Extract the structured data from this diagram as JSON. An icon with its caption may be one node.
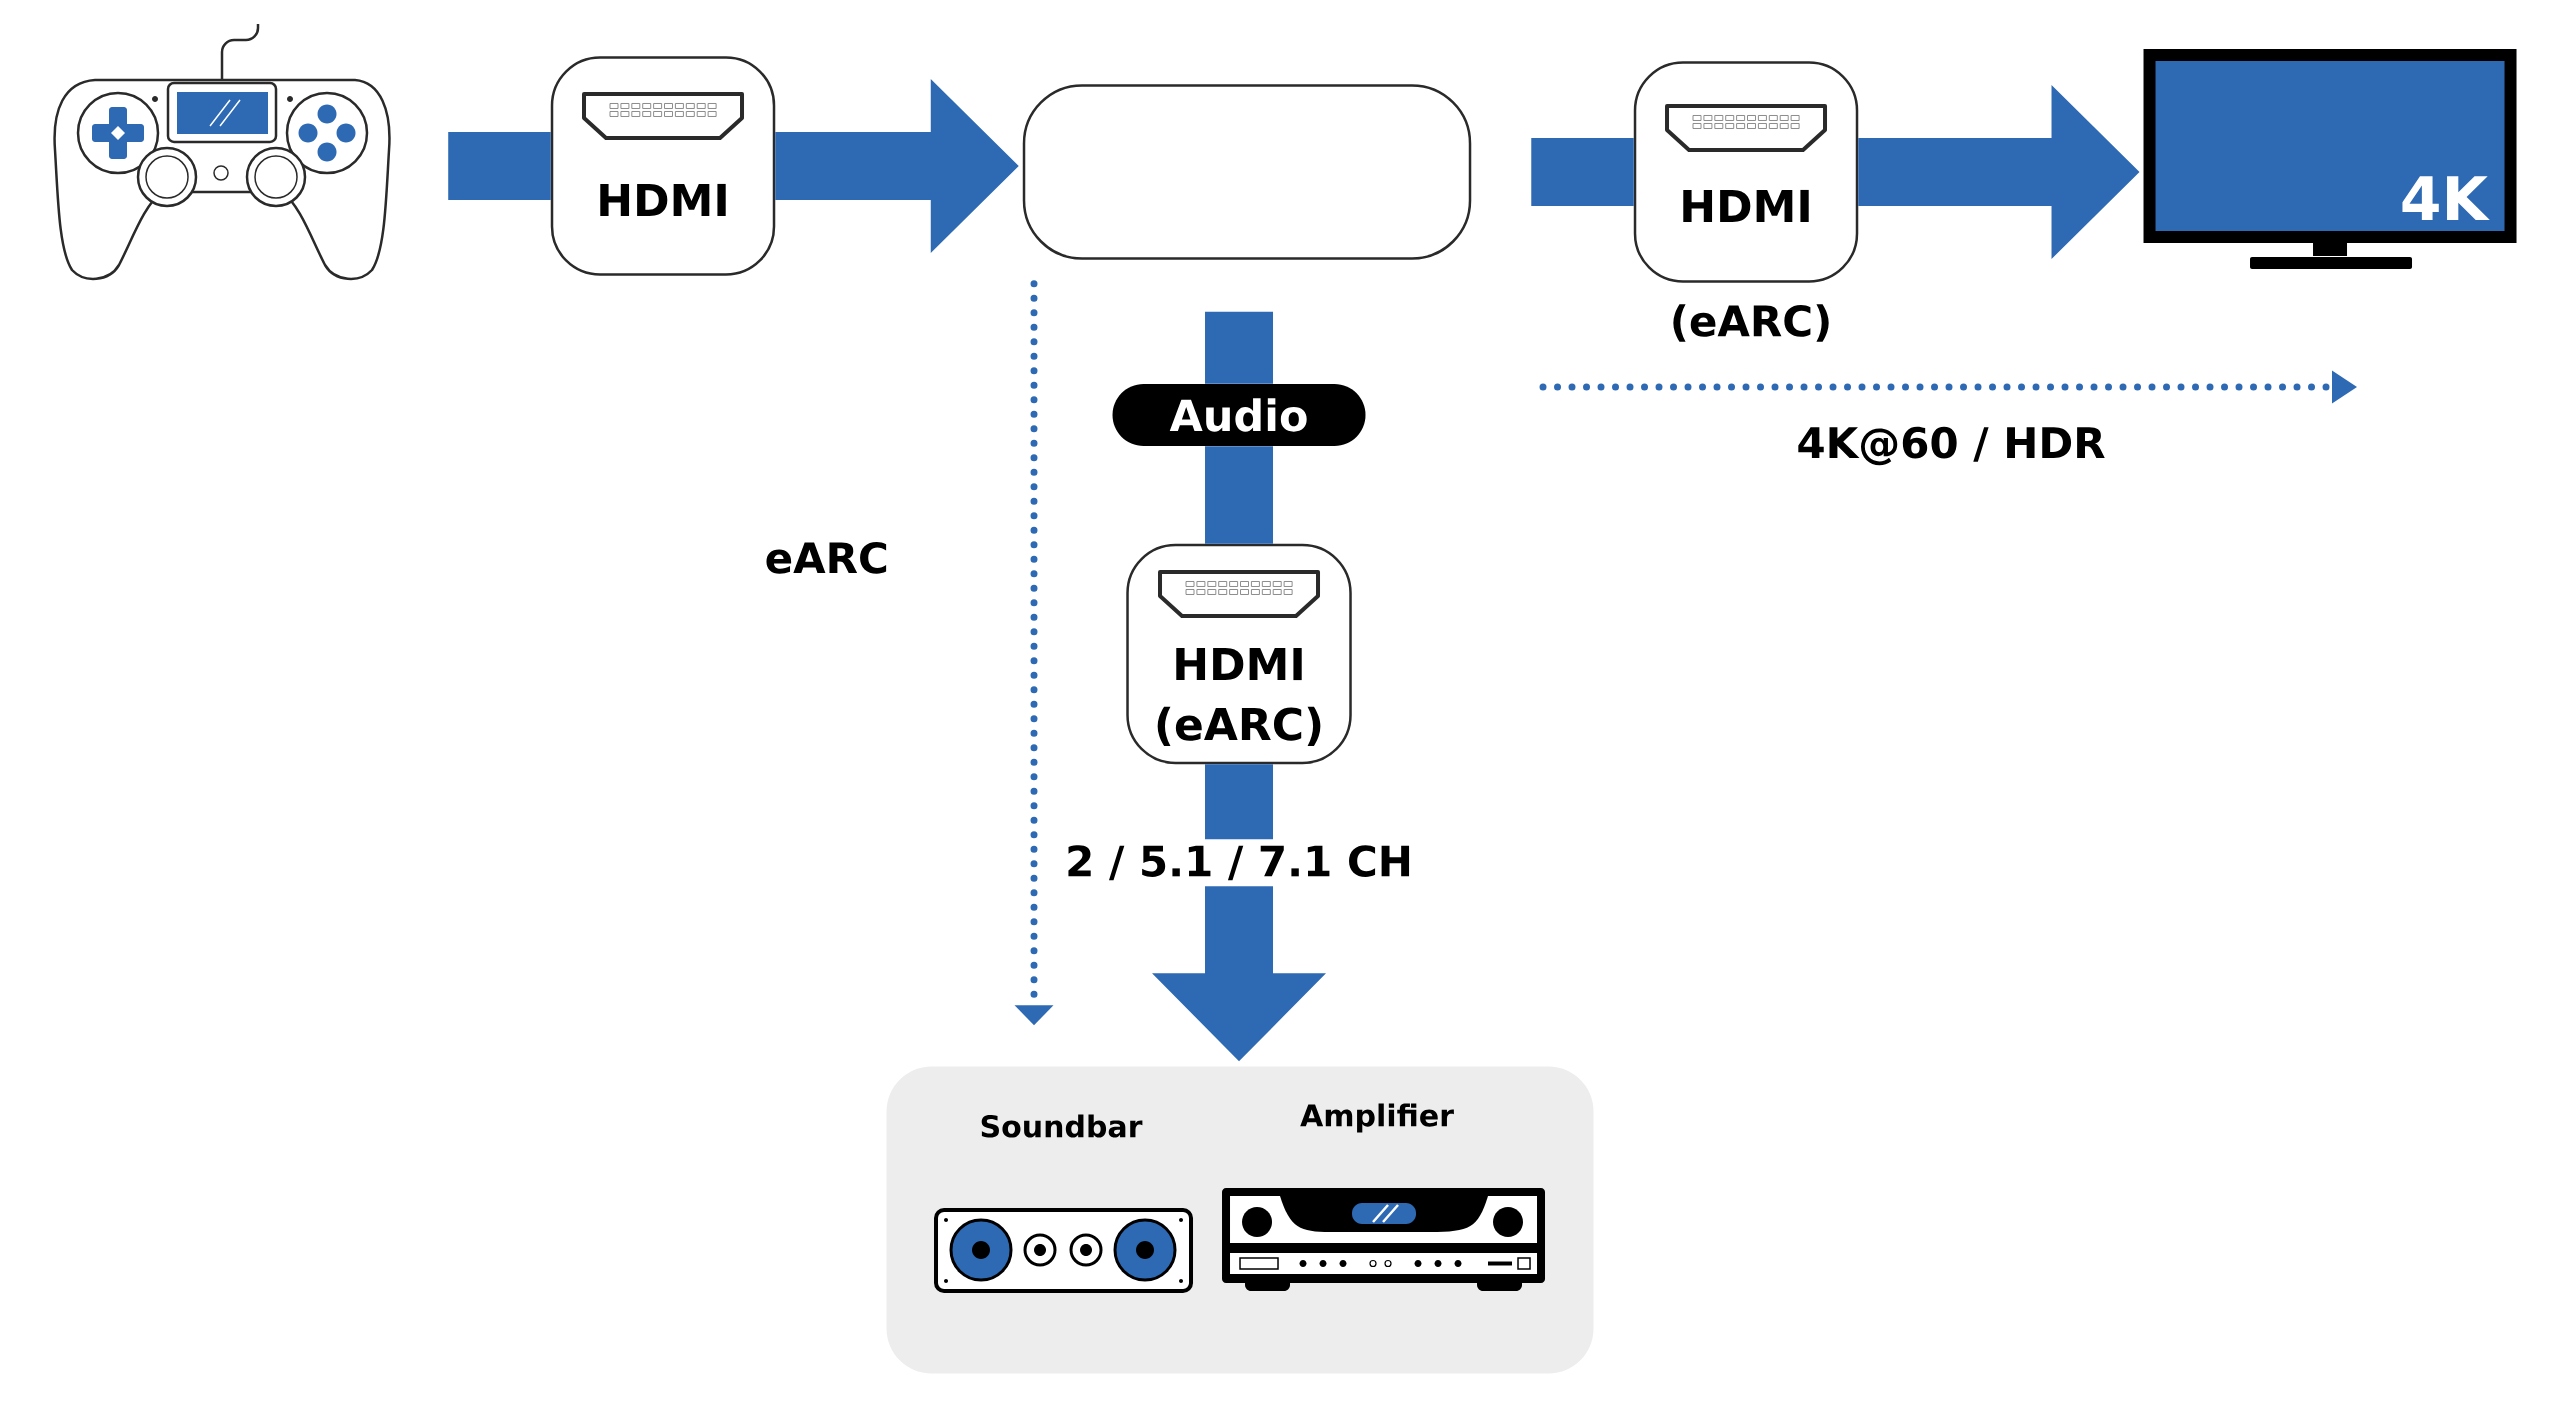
{
  "diagram": {
    "nodes": [
      {
        "text": [],
        "shape": "picture"
      },
      {
        "text": [
          "HDMI"
        ]
      },
      {
        "text": [],
        "shape": "box"
      },
      {
        "text": [
          "HDMI"
        ],
        "beside": [
          "(eARC)"
        ]
      },
      {
        "text": [
          "4K"
        ]
      },
      {
        "text": [
          "Audio"
        ]
      },
      {
        "text": [
          "HDMI (eARC)"
        ]
      },
      {
        "text": [],
        "shape": "box"
      },
      {
        "text": [
          "Soundbar"
        ],
        "in": 7
      },
      {
        "text": [
          "Amplifier"
        ],
        "in": 7
      }
    ],
    "edges": [
      {
        "from": 0,
        "to": 1,
        "arrow": "none"
      },
      {
        "from": 1,
        "to": 2,
        "arrow": "to"
      },
      {
        "from": 2,
        "to": 3,
        "arrow": "none"
      },
      {
        "from": 3,
        "to": 4,
        "arrow": "to"
      },
      {
        "from": 2,
        "to": 5,
        "arrow": "none"
      },
      {
        "from": 5,
        "to": 6,
        "arrow": "none"
      },
      {
        "from": 6,
        "to": 7,
        "arrow": "to",
        "label": "2 / 5.1 / 7.1 CH"
      },
      {
        "from": 2,
        "to": 7,
        "arrow": "to",
        "style": "dashed",
        "label": "eARC"
      }
    ],
    "labels": [
      "4K@60 / HDR"
    ]
  }
}
